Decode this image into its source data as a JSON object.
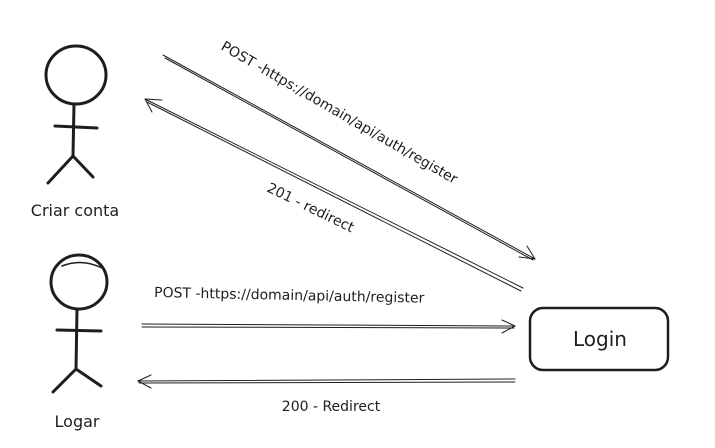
{
  "actors": [
    {
      "id": "criar-conta",
      "label": "Criar conta"
    },
    {
      "id": "logar",
      "label": "Logar"
    }
  ],
  "target": {
    "label": "Login"
  },
  "arrows": [
    {
      "id": "criar-request",
      "label": "POST -https://domain/api/auth/register"
    },
    {
      "id": "criar-response",
      "label": "201 - redirect"
    },
    {
      "id": "logar-request",
      "label": "POST -https://domain/api/auth/register"
    },
    {
      "id": "logar-response",
      "label": "200 - Redirect"
    }
  ],
  "colors": {
    "stroke": "#1e1e1e",
    "background": "#ffffff"
  }
}
